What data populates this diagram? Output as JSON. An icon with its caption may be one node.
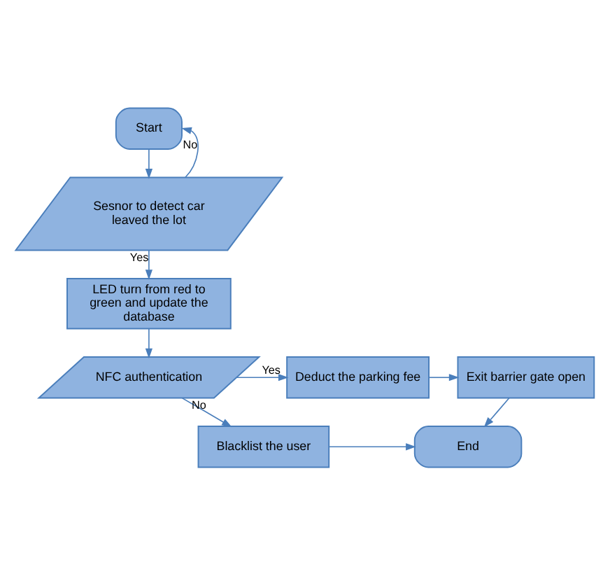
{
  "diagram": {
    "nodes": [
      {
        "text": [
          "Start"
        ]
      },
      {
        "text": [
          "Sesnor to detect car leaved the lot"
        ]
      },
      {
        "text": [
          "LED turn from red to green and update the database"
        ]
      },
      {
        "text": [
          "NFC authentication"
        ]
      },
      {
        "text": [
          "Deduct the parking fee"
        ]
      },
      {
        "text": [
          "Exit barrier gate open"
        ]
      },
      {
        "text": [
          "Blacklist the user"
        ]
      },
      {
        "text": [
          "End"
        ]
      }
    ],
    "edges": [
      {
        "from": 0,
        "to": 1,
        "arrow": "to"
      },
      {
        "from": 1,
        "to": 0,
        "arrow": "to",
        "label": "No"
      },
      {
        "from": 1,
        "to": 2,
        "arrow": "to",
        "label": "Yes"
      },
      {
        "from": 2,
        "to": 3,
        "arrow": "to"
      },
      {
        "from": 3,
        "to": 4,
        "arrow": "to",
        "label": "Yes"
      },
      {
        "from": 4,
        "to": 5,
        "arrow": "to"
      },
      {
        "from": 5,
        "to": 7,
        "arrow": "to"
      },
      {
        "from": 3,
        "to": 6,
        "arrow": "to",
        "label": "No"
      },
      {
        "from": 6,
        "to": 7,
        "arrow": "to"
      }
    ]
  }
}
